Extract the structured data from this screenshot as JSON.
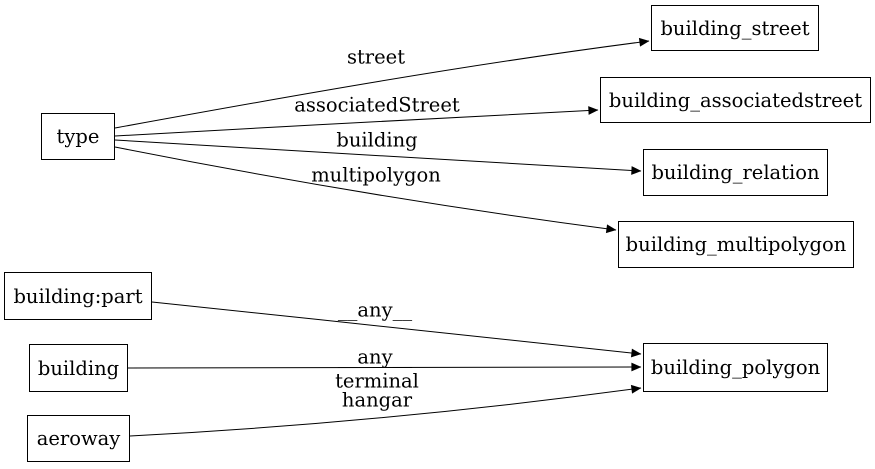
{
  "diagram": {
    "type": "directed-graph",
    "description": "Tag-to-table mapping graph",
    "colors": {
      "background": "#ffffff",
      "node_border": "#000000",
      "node_fill": "#ffffff",
      "edge": "#000000",
      "text": "#000000"
    },
    "nodes": [
      {
        "id": "type",
        "label": "type"
      },
      {
        "id": "building_street",
        "label": "building_street"
      },
      {
        "id": "building_associatedstreet",
        "label": "building_associatedstreet"
      },
      {
        "id": "building_relation",
        "label": "building_relation"
      },
      {
        "id": "building_multipolygon",
        "label": "building_multipolygon"
      },
      {
        "id": "building:part",
        "label": "building:part"
      },
      {
        "id": "building",
        "label": "building"
      },
      {
        "id": "aeroway",
        "label": "aeroway"
      },
      {
        "id": "building_polygon",
        "label": "building_polygon"
      }
    ],
    "edges": [
      {
        "from": "type",
        "to": "building_street",
        "label": "street"
      },
      {
        "from": "type",
        "to": "building_associatedstreet",
        "label": "associatedStreet"
      },
      {
        "from": "type",
        "to": "building_relation",
        "label": "building"
      },
      {
        "from": "type",
        "to": "building_multipolygon",
        "label": "multipolygon"
      },
      {
        "from": "building:part",
        "to": "building_polygon",
        "label": "__any__"
      },
      {
        "from": "building",
        "to": "building_polygon",
        "label": "__any__"
      },
      {
        "from": "aeroway",
        "to": "building_polygon",
        "label": "terminal hangar",
        "label_lines": [
          "terminal",
          "hangar"
        ]
      }
    ]
  }
}
